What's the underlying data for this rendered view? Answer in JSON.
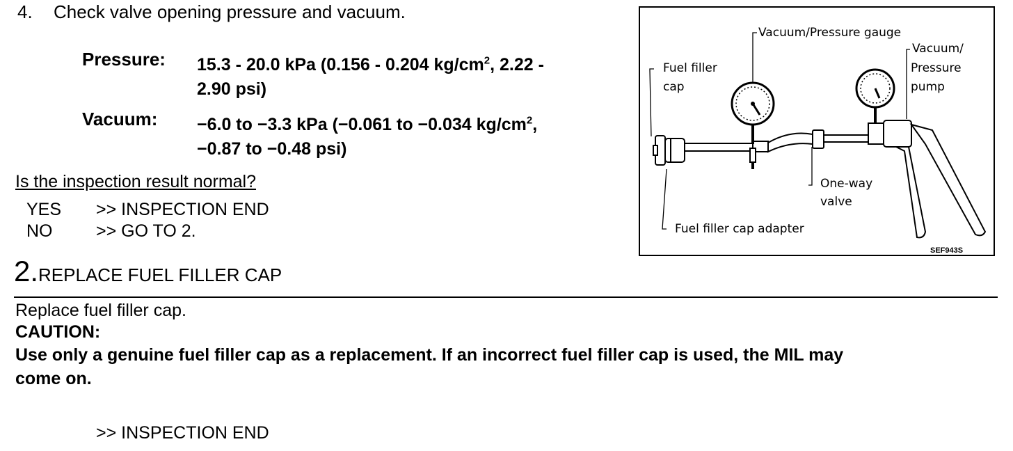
{
  "step4": {
    "number": "4.",
    "text": "Check valve opening pressure and vacuum."
  },
  "pressure": {
    "label": "Pressure:",
    "line1_a": "15.3 - 20.0 kPa (0.156 - 0.204 kg/cm",
    "line1_sup": "2",
    "line1_b": ", 2.22 -",
    "line2": "2.90 psi)"
  },
  "vacuum": {
    "label": "Vacuum:",
    "line1_a": "−6.0 to −3.3 kPa (−0.061 to −0.034 kg/cm",
    "line1_sup": "2",
    "line1_b": ",",
    "line2": "−0.87 to −0.48 psi)"
  },
  "question": "Is the inspection result normal?",
  "answers": [
    {
      "key": "YES",
      "action": ">> INSPECTION END"
    },
    {
      "key": "NO",
      "action": ">> GO TO 2."
    }
  ],
  "step2": {
    "number": "2.",
    "title": "REPLACE FUEL FILLER CAP"
  },
  "body": {
    "instruction": "Replace fuel filler cap.",
    "caution_label": "CAUTION:",
    "caution_line1": "Use only a genuine fuel filler cap as a replacement. If an incorrect fuel filler cap is used, the MIL may",
    "caution_line2": "come on.",
    "end": ">> INSPECTION END"
  },
  "figure": {
    "labels": {
      "gauge": "Vacuum/Pressure gauge",
      "pump_1": "Vacuum/",
      "pump_2": "Pressure",
      "pump_3": "pump",
      "cap_1": "Fuel filler",
      "cap_2": "cap",
      "valve_1": "One-way",
      "valve_2": "valve",
      "adapter": "Fuel filler cap adapter"
    },
    "code": "SEF943S"
  }
}
